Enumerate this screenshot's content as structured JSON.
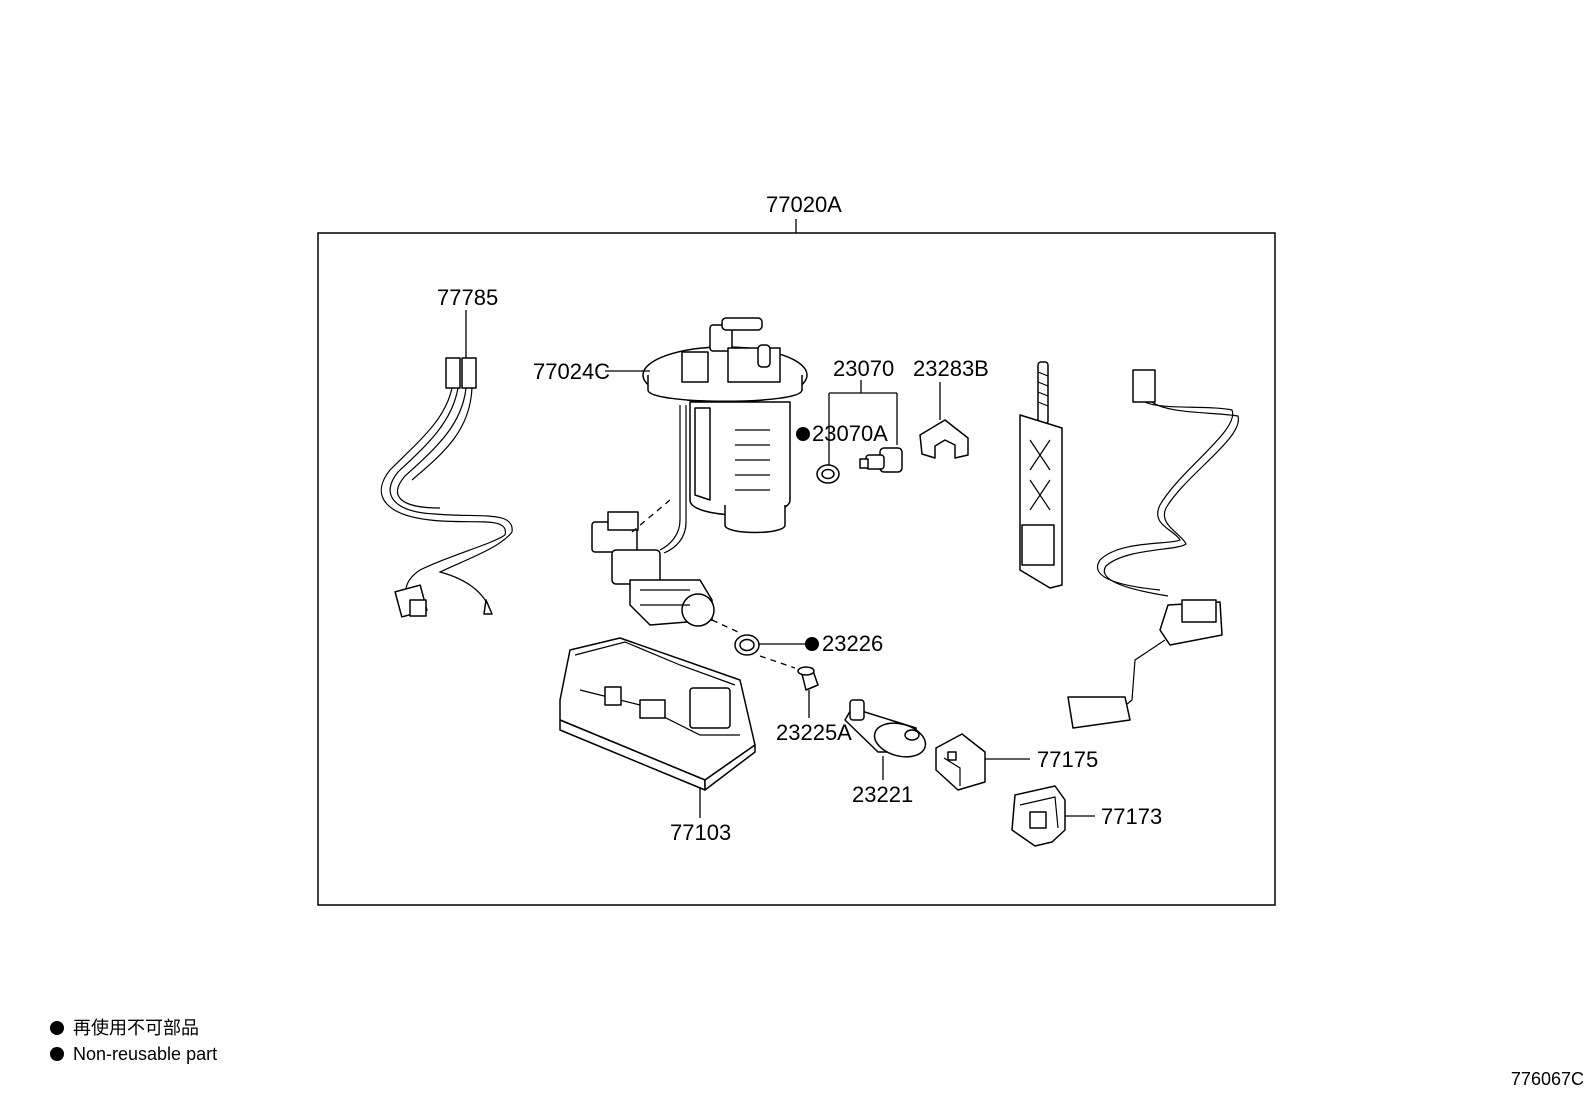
{
  "assembly_label": "77020A",
  "parts": {
    "p77785": "77785",
    "p77024C": "77024C",
    "p23070": "23070",
    "p23070A": "23070A",
    "p23283B": "23283B",
    "p23226": "23226",
    "p23225A": "23225A",
    "p23221": "23221",
    "p77175": "77175",
    "p77173": "77173",
    "p77103": "77103"
  },
  "non_reusable_marker": "●",
  "legend": {
    "japanese": "再使用不可部品",
    "english": "Non-reusable part"
  },
  "drawing_code": "776067C"
}
